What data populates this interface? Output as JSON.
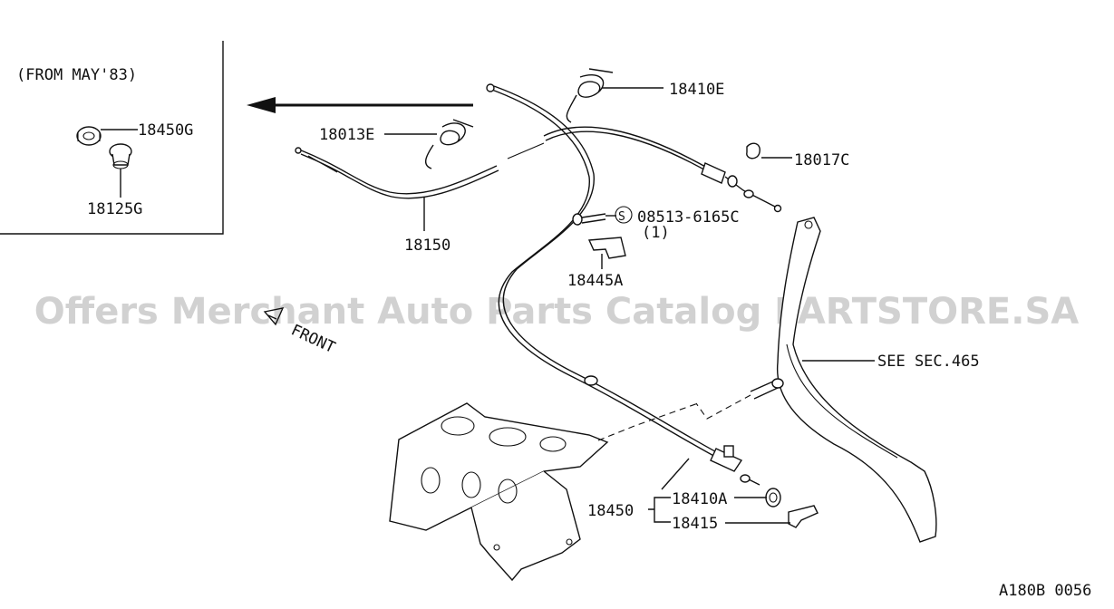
{
  "inset": {
    "caption": "(FROM MAY'83)",
    "labels": [
      "18450G",
      "18125G"
    ]
  },
  "labels": {
    "p18410E": "18410E",
    "p18013E": "18013E",
    "p18017C": "18017C",
    "p18150": "18150",
    "bolt_code": "08513-6165C",
    "bolt_marker": "S",
    "bolt_qty": "(1)",
    "p18445A": "18445A",
    "see_sec": "SEE SEC.465",
    "front": "FRONT",
    "p18450": "18450",
    "p18410A": "18410A",
    "p18415": "18415",
    "code": "A180B 0056"
  },
  "watermark": "Offers Merchant Auto Parts Catalog PARTSTORE.SA"
}
